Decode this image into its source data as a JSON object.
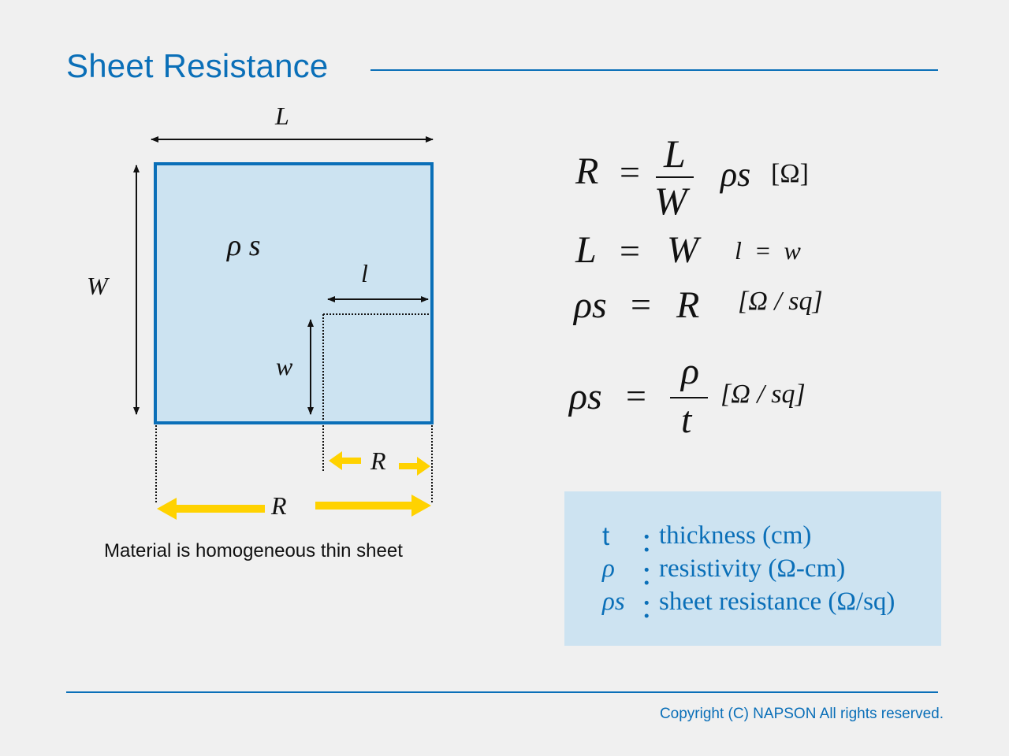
{
  "title": "Sheet Resistance",
  "copyright": "Copyright (C) NAPSON All rights reserved.",
  "caption": "Material is homogeneous thin sheet",
  "diagram": {
    "label_L": "L",
    "label_W": "W",
    "label_rho_s": "ρ s",
    "label_l": "l",
    "label_w": "w",
    "label_R_small": "R",
    "label_R_large": "R"
  },
  "equations": {
    "eq1": {
      "lhs": "R",
      "equals": "=",
      "num": "L",
      "den": "W",
      "factor": "ρs",
      "unit": "[Ω]"
    },
    "eq2": {
      "lhs": "L",
      "equals": "=",
      "rhs": "W",
      "extra": "l  =  w"
    },
    "eq3": {
      "lhs": "ρs",
      "equals": "=",
      "rhs": "R",
      "unit": "[Ω / sq]"
    },
    "eq4": {
      "lhs": "ρs",
      "equals": "=",
      "num": "ρ",
      "den": "t",
      "unit": "[Ω / sq]"
    }
  },
  "legend": [
    {
      "symbol": "t",
      "colon": "：",
      "description": "thickness (cm)"
    },
    {
      "symbol": "ρ",
      "colon": "：",
      "description": "resistivity (Ω-cm)"
    },
    {
      "symbol": "ρs",
      "colon": "：",
      "description": "sheet resistance (Ω/sq)"
    }
  ],
  "colors": {
    "accent": "#0a6fb8",
    "sheet_fill": "#cce3f1",
    "arrow_yellow": "#ffd200",
    "legend_bg": "#cde3f1"
  }
}
